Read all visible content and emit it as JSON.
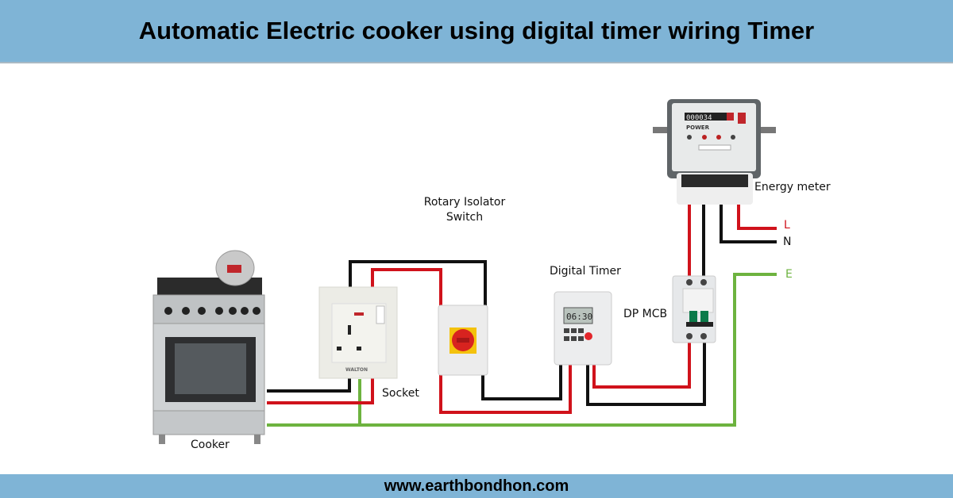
{
  "title": "Automatic Electric cooker using digital timer wiring Timer",
  "footer": "www.earthbondhon.com",
  "labels": {
    "energy_meter": "Energy meter",
    "rotary_isolator_line1": "Rotary Isolator",
    "rotary_isolator_line2": "Switch",
    "digital_timer": "Digital Timer",
    "dp_mcb": "DP MCB",
    "socket": "Socket",
    "cooker": "Cooker",
    "live": "L",
    "neutral": "N",
    "earth": "E"
  },
  "device_text": {
    "timer_display": "06:30",
    "socket_brand": "WALTON",
    "meter_reading": "000034",
    "meter_brand": "POWER"
  },
  "colors": {
    "header": "#7fb4d6",
    "live_wire": "#d0121b",
    "neutral_wire": "#111111",
    "earth_wire": "#6db33f"
  }
}
